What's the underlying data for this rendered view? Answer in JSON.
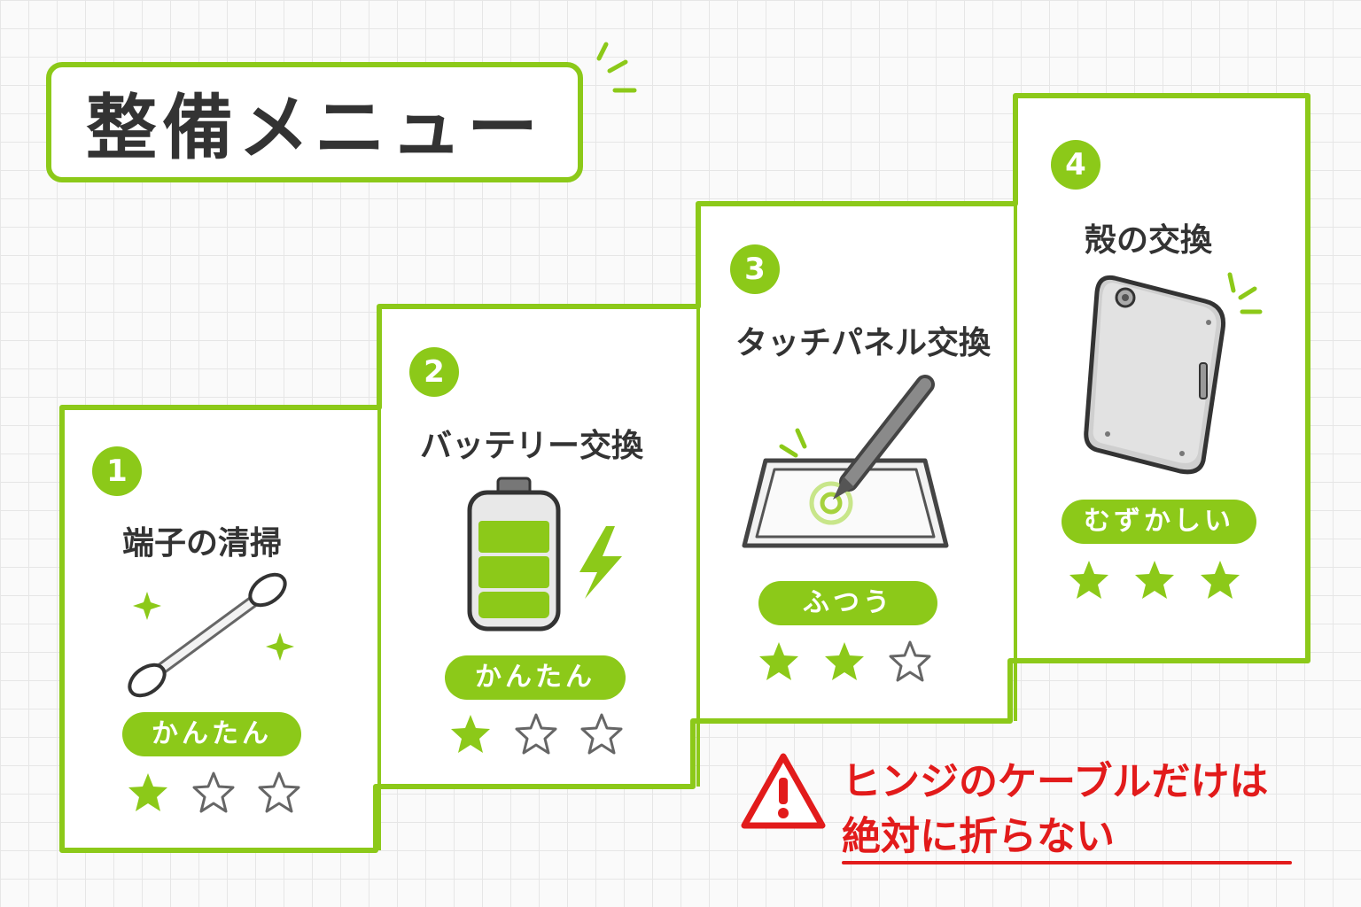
{
  "title": "整備メニュー",
  "colors": {
    "accent": "#8cc919",
    "warning": "#e21b1b",
    "text": "#333333"
  },
  "cards": [
    {
      "number": "1",
      "title": "端子の清掃",
      "difficulty": "かんたん",
      "rating": 1,
      "max_rating": 3,
      "icon": "cotton-swab-icon"
    },
    {
      "number": "2",
      "title": "バッテリー交換",
      "difficulty": "かんたん",
      "rating": 1,
      "max_rating": 3,
      "icon": "battery-icon"
    },
    {
      "number": "3",
      "title": "タッチパネル交換",
      "difficulty": "ふつう",
      "rating": 2,
      "max_rating": 3,
      "icon": "touch-panel-stylus-icon"
    },
    {
      "number": "4",
      "title": "殻の交換",
      "difficulty": "むずかしい",
      "rating": 3,
      "max_rating": 3,
      "icon": "device-shell-icon"
    }
  ],
  "warning": {
    "icon": "warning-triangle-icon",
    "line1": "ヒンジのケーブルだけは",
    "line2": "絶対に折らない"
  }
}
